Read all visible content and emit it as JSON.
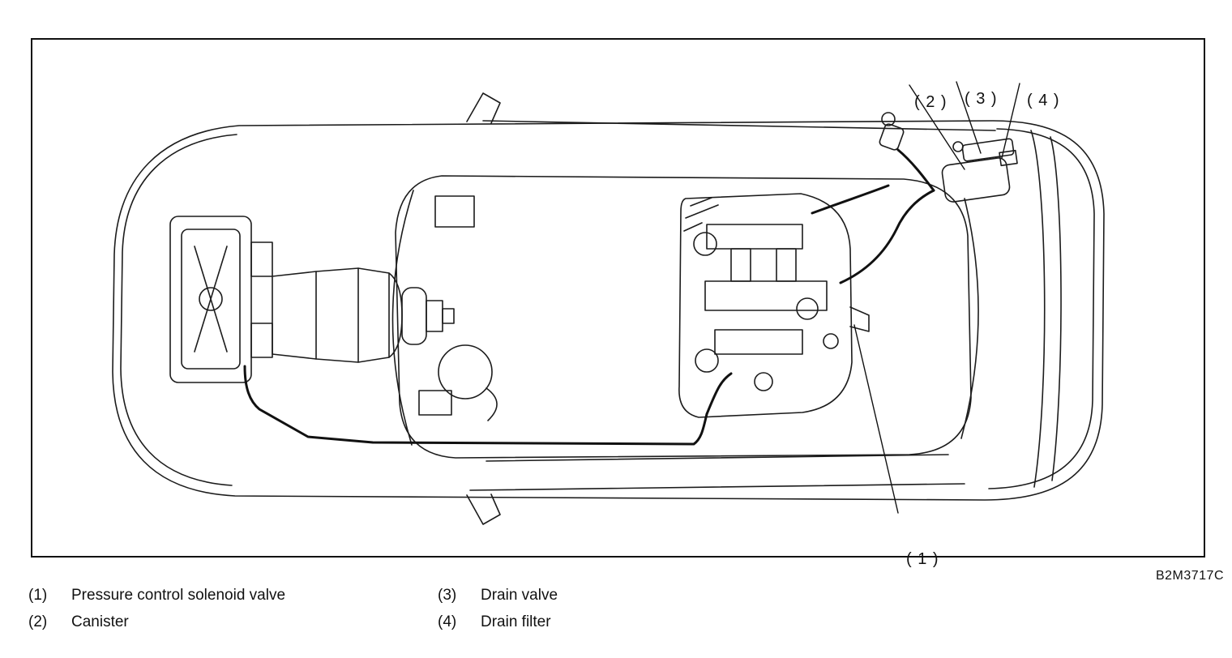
{
  "figure": {
    "code": "B2M3717C",
    "callouts": {
      "c1": "( 1 )",
      "c2": "( 2 )",
      "c3": "( 3 )",
      "c4": "( 4 )"
    }
  },
  "legend": {
    "items": [
      {
        "num": "(1)",
        "label": "Pressure control solenoid valve"
      },
      {
        "num": "(2)",
        "label": "Canister"
      },
      {
        "num": "(3)",
        "label": "Drain valve"
      },
      {
        "num": "(4)",
        "label": "Drain filter"
      }
    ]
  }
}
